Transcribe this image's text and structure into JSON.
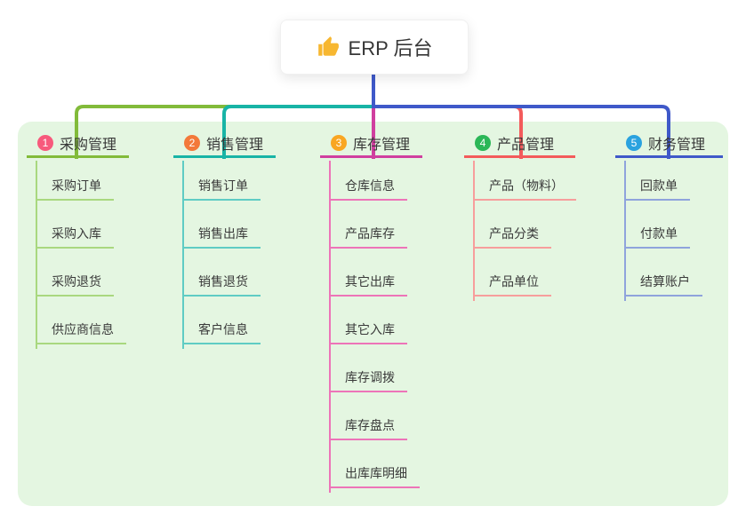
{
  "root": {
    "label": "ERP 后台",
    "icon": "thumbs-up-icon"
  },
  "panel_color": "#e4f6e1",
  "root_drop_color": "#3f59c9",
  "branches": [
    {
      "number": "1",
      "title": "采购管理",
      "badge_color": "#f75a7c",
      "line_color": "#82bb3a",
      "child_line_color": "#a9d87f",
      "children": [
        "采购订单",
        "采购入库",
        "采购退货",
        "供应商信息"
      ]
    },
    {
      "number": "2",
      "title": "销售管理",
      "badge_color": "#f3793a",
      "line_color": "#18b4a6",
      "child_line_color": "#5fccc4",
      "children": [
        "销售订单",
        "销售出库",
        "销售退货",
        "客户信息"
      ]
    },
    {
      "number": "3",
      "title": "库存管理",
      "badge_color": "#f9a622",
      "line_color": "#d03f9f",
      "child_line_color": "#ed74b8",
      "children": [
        "仓库信息",
        "产品库存",
        "其它出库",
        "其它入库",
        "库存调拨",
        "库存盘点",
        "出库库明细"
      ]
    },
    {
      "number": "4",
      "title": "产品管理",
      "badge_color": "#2bb757",
      "line_color": "#f35b5b",
      "child_line_color": "#f79e9c",
      "children": [
        "产品（物料）",
        "产品分类",
        "产品单位"
      ]
    },
    {
      "number": "5",
      "title": "财务管理",
      "badge_color": "#2aa2df",
      "line_color": "#3f59c9",
      "child_line_color": "#8fa3dc",
      "children": [
        "回款单",
        "付款单",
        "结算账户"
      ]
    }
  ]
}
